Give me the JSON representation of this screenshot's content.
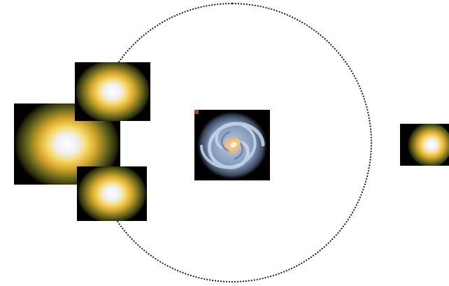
{
  "scene": {
    "orbit": {
      "style": "dotted-circle",
      "color": "#1a1a1a"
    },
    "stars": [
      {
        "name": "star-large-left",
        "icon": "star-icon",
        "core_color": "#f2f2f2",
        "glow_color": "#f5c83a",
        "rays_color": "#6b6a1e"
      },
      {
        "name": "star-upper-left",
        "icon": "star-icon",
        "core_color": "#f2f2f2",
        "glow_color": "#f5c83a",
        "rays_color": "#6b6a1e"
      },
      {
        "name": "star-lower-left",
        "icon": "star-icon",
        "core_color": "#f2f2f2",
        "glow_color": "#f5c83a",
        "rays_color": "#6b6a1e"
      },
      {
        "name": "star-far-right",
        "icon": "star-icon",
        "core_color": "#f2f2f2",
        "glow_color": "#f5c83a",
        "rays_color": "#6b6a1e"
      }
    ],
    "galaxy": {
      "icon": "spiral-galaxy-icon",
      "arm_color": "#a9bfdc",
      "core_color": "#f2c27a"
    }
  }
}
